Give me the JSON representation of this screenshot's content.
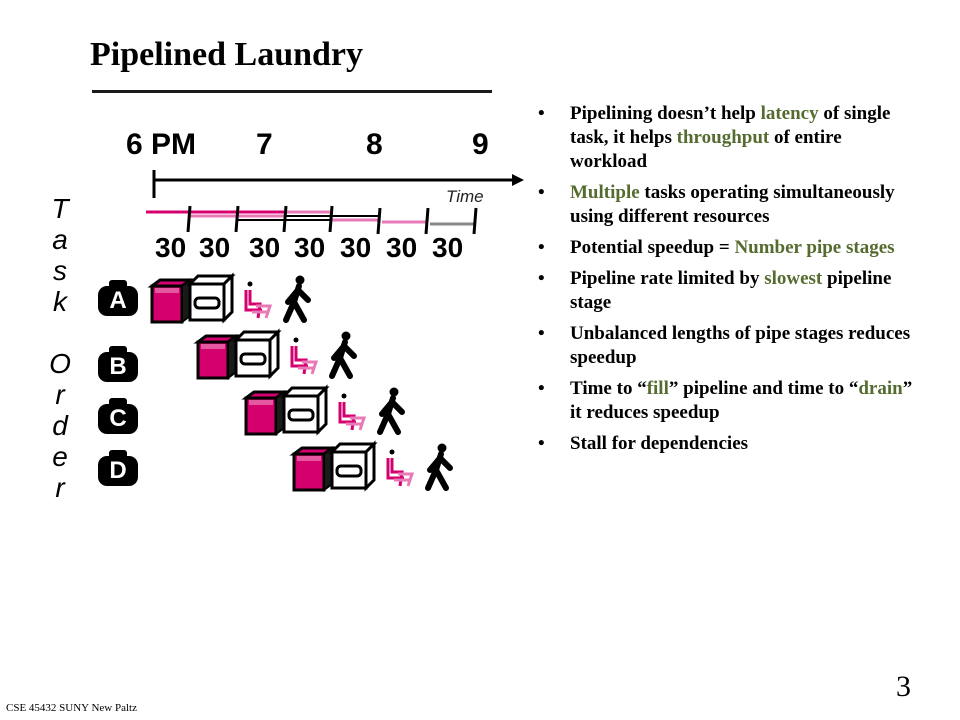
{
  "title": "Pipelined Laundry",
  "timeline": {
    "hours": [
      "6 PM",
      "7",
      "8",
      "9"
    ],
    "time_label": "Time",
    "stage_durations": [
      "30",
      "30",
      "30",
      "30",
      "30",
      "30",
      "30"
    ]
  },
  "task_order_label": [
    "T",
    "a",
    "s",
    "k",
    "O",
    "r",
    "d",
    "e",
    "r"
  ],
  "tasks": [
    "A",
    "B",
    "C",
    "D"
  ],
  "bullets": [
    {
      "parts": [
        {
          "t": "Pipelining doesn’t help "
        },
        {
          "t": "latency",
          "hl": true
        },
        {
          "t": " of single task, it helps "
        },
        {
          "t": "throughput",
          "hl": true
        },
        {
          "t": " of entire workload"
        }
      ]
    },
    {
      "parts": [
        {
          "t": "Multiple",
          "hl": true
        },
        {
          "t": " tasks operating simultaneously using different resources"
        }
      ]
    },
    {
      "parts": [
        {
          "t": "Potential speedup = "
        },
        {
          "t": "Number pipe stages",
          "hl": true
        }
      ]
    },
    {
      "parts": [
        {
          "t": "Pipeline rate limited by "
        },
        {
          "t": "slowest",
          "hl": true
        },
        {
          "t": " pipeline stage"
        }
      ]
    },
    {
      "parts": [
        {
          "t": "Unbalanced lengths of pipe stages reduces speedup"
        }
      ]
    },
    {
      "parts": [
        {
          "t": "Time to “"
        },
        {
          "t": "fill",
          "hl": true
        },
        {
          "t": "” pipeline and time to “"
        },
        {
          "t": "drain",
          "hl": true
        },
        {
          "t": "” it reduces speedup"
        }
      ]
    },
    {
      "parts": [
        {
          "t": "Stall for dependencies"
        }
      ]
    }
  ],
  "footer": "CSE 45432 SUNY New Paltz",
  "page_number": "3",
  "colors": {
    "washer": "#d4006e",
    "dryer": "#ffffff",
    "accent": "#556b2f",
    "folder_pink": "#e87ab8"
  },
  "icons": [
    "washer-icon",
    "dryer-icon",
    "folder-icon",
    "walking-person-icon"
  ]
}
